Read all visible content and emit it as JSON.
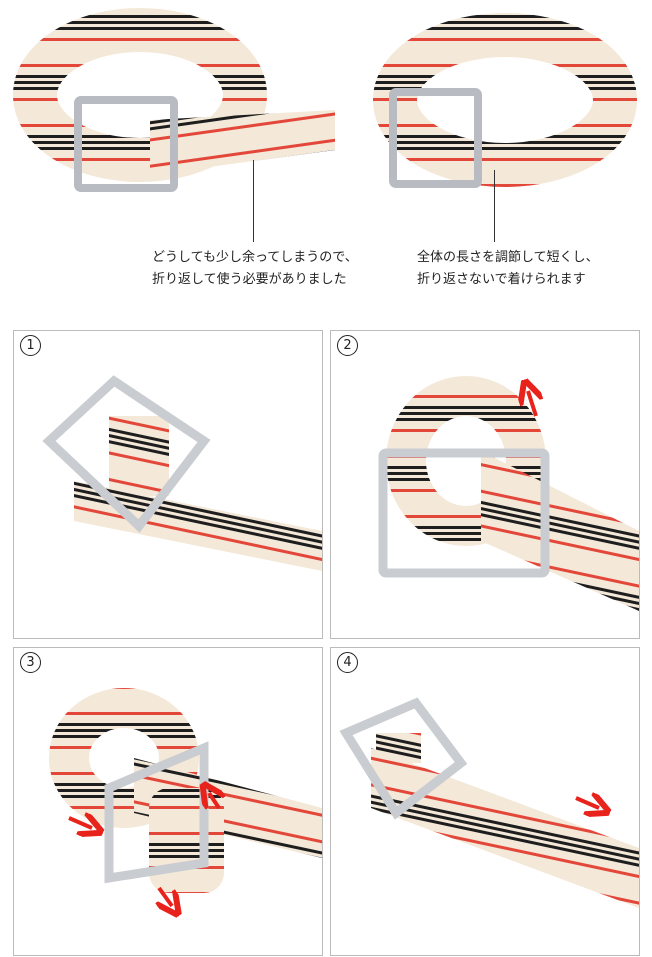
{
  "top": {
    "left_caption": [
      "どうしても少し余ってしまうので、",
      "折り返して使う必要がありました"
    ],
    "right_caption": [
      "全体の長さを調節して短くし、",
      "折り返さないで着けられます"
    ]
  },
  "steps": [
    {
      "number": "1"
    },
    {
      "number": "2"
    },
    {
      "number": "3"
    },
    {
      "number": "4"
    }
  ],
  "colors": {
    "strap_base": "#f4e8d8",
    "stripe_red": "#e2473a",
    "stripe_black": "#1e1e1e",
    "buckle": "#c9ccd0",
    "arrow": "#e8231c"
  }
}
